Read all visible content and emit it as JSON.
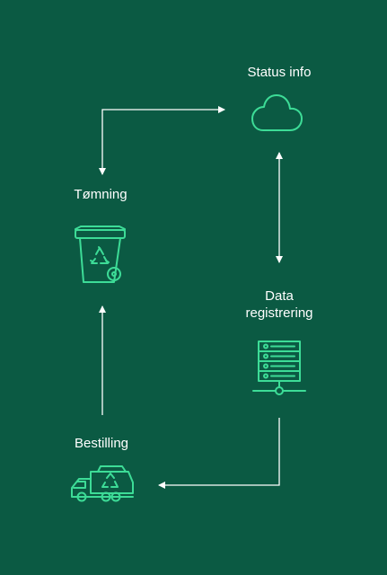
{
  "nodes": {
    "status_info": {
      "label": "Status info",
      "icon": "cloud-icon"
    },
    "tomning": {
      "label": "Tømning",
      "icon": "recycling-bin-icon"
    },
    "data_registrering": {
      "label": "Data\nregistrering",
      "icon": "server-icon"
    },
    "bestilling": {
      "label": "Bestilling",
      "icon": "garbage-truck-icon"
    }
  },
  "colors": {
    "background": "#0b5a43",
    "accent": "#3ddc97",
    "arrow": "#ffffff",
    "text": "#ffffff"
  }
}
